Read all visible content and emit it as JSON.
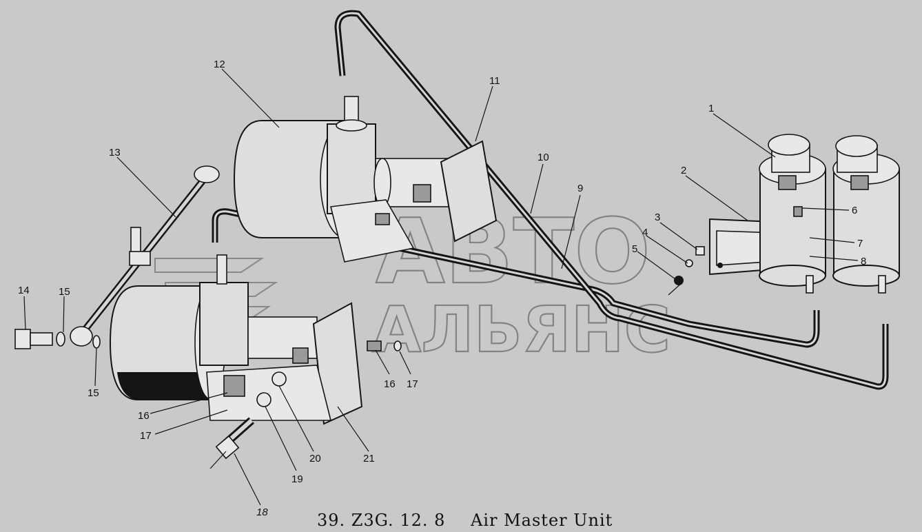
{
  "caption": {
    "code": "39. Z3G. 12. 8",
    "title": "Air Master Unit"
  },
  "watermark": {
    "line1": "АВТО",
    "line2": "АЛЬЯНС"
  },
  "part_labels": [
    {
      "id": "1",
      "text": "1"
    },
    {
      "id": "2",
      "text": "2"
    },
    {
      "id": "3",
      "text": "3"
    },
    {
      "id": "4",
      "text": "4"
    },
    {
      "id": "5",
      "text": "5"
    },
    {
      "id": "6",
      "text": "6"
    },
    {
      "id": "7",
      "text": "7"
    },
    {
      "id": "8",
      "text": "8"
    },
    {
      "id": "9",
      "text": "9"
    },
    {
      "id": "10",
      "text": "10"
    },
    {
      "id": "11",
      "text": "11"
    },
    {
      "id": "12",
      "text": "12"
    },
    {
      "id": "13",
      "text": "13"
    },
    {
      "id": "14",
      "text": "14"
    },
    {
      "id": "15a",
      "text": "15"
    },
    {
      "id": "15b",
      "text": "15"
    },
    {
      "id": "16a",
      "text": "16"
    },
    {
      "id": "16b",
      "text": "16"
    },
    {
      "id": "17a",
      "text": "17"
    },
    {
      "id": "17b",
      "text": "17"
    },
    {
      "id": "18",
      "text": "18"
    },
    {
      "id": "19",
      "text": "19"
    },
    {
      "id": "20",
      "text": "20"
    },
    {
      "id": "21",
      "text": "21"
    }
  ],
  "colors": {
    "background": "#c9c9c9",
    "ink": "#151515",
    "watermark": "#4a4a4a"
  }
}
